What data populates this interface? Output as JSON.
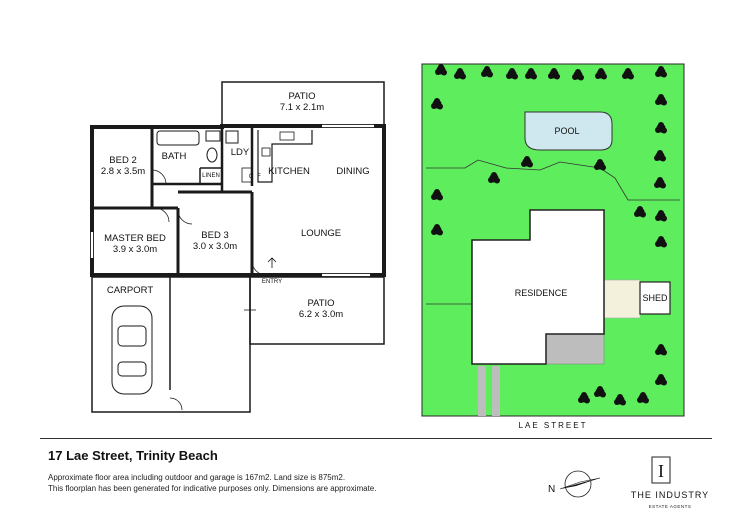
{
  "floorplan": {
    "rooms": [
      {
        "id": "patio-rear",
        "name": "PATIO",
        "dims": "7.1 x 2.1m"
      },
      {
        "id": "bed2",
        "name": "BED 2",
        "dims": "2.8 x 3.5m"
      },
      {
        "id": "bath",
        "name": "BATH",
        "dims": ""
      },
      {
        "id": "ldy",
        "name": "LDY",
        "dims": ""
      },
      {
        "id": "linen",
        "name": "LINEN",
        "dims": ""
      },
      {
        "id": "kitchen",
        "name": "KITCHEN",
        "dims": ""
      },
      {
        "id": "dining",
        "name": "DINING",
        "dims": ""
      },
      {
        "id": "master",
        "name": "MASTER BED",
        "dims": "3.9 x 3.0m"
      },
      {
        "id": "bed3",
        "name": "BED 3",
        "dims": "3.0 x 3.0m"
      },
      {
        "id": "lounge",
        "name": "LOUNGE",
        "dims": ""
      },
      {
        "id": "carport",
        "name": "CARPORT",
        "dims": ""
      },
      {
        "id": "entry",
        "name": "ENTRY",
        "dims": ""
      },
      {
        "id": "patio-front",
        "name": "PATIO",
        "dims": "6.2 x 3.0m"
      }
    ],
    "fixture_labels": {
      "cupboard": "C",
      "fridge": "F"
    }
  },
  "site": {
    "labels": {
      "pool": "POOL",
      "residence": "RESIDENCE",
      "shed": "SHED"
    },
    "street": "LAE STREET",
    "colors": {
      "lawn": "#5ded5d",
      "pool": "#cfe7ef",
      "driveway": "#bdbdbd",
      "paving": "#f3f0dc",
      "tree": "#111111"
    }
  },
  "footer": {
    "address": "17 Lae Street, Trinity Beach",
    "note1": "Approximate floor area including outdoor and garage is 167m2. Land size is 875m2.",
    "note2": "This floorplan has been generated for indicative purposes only. Dimensions are approximate.",
    "compass": {
      "icon": "compass-icon",
      "north_label": "N"
    },
    "logo": {
      "mark": "I",
      "name": "THE INDUSTRY",
      "sub": "ESTATE AGENTS"
    }
  }
}
